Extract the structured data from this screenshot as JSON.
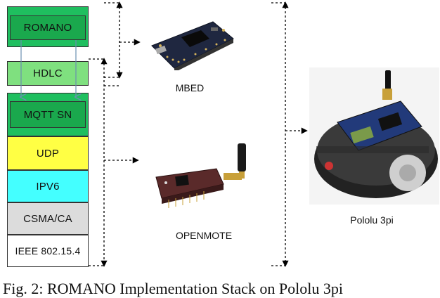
{
  "stack": {
    "romano": "ROMANO",
    "hdlc": "HDLC",
    "mqtt": "MQTT SN",
    "udp": "UDP",
    "ipv6": "IPV6",
    "csma": "CSMA/CA",
    "ieee": "IEEE 802.15.4"
  },
  "devices": {
    "mbed": "MBED",
    "openmote": "OPENMOTE",
    "pololu": "Pololu 3pi"
  },
  "caption": "Fig. 2: ROMANO Implementation Stack on Pololu 3pi",
  "colors": {
    "green": "#1fbf5f",
    "light_green": "#7fe07f",
    "dark_green": "#1aa84d",
    "yellow": "#ffff44",
    "cyan": "#44ffff",
    "gray": "#dcdcdc"
  }
}
